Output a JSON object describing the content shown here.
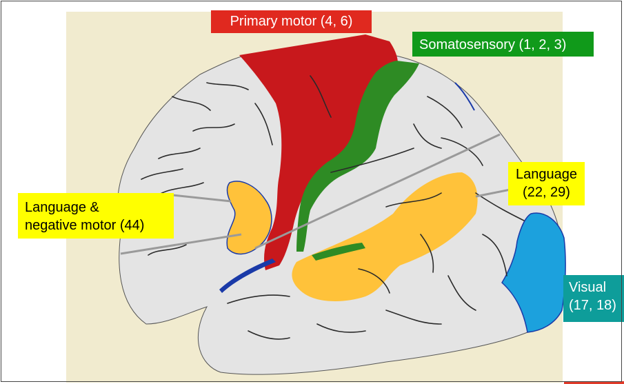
{
  "labels": {
    "primary_motor": {
      "text": "Primary motor (4, 6)",
      "bg": "#e0291f",
      "fg": "#ffffff"
    },
    "somatosensory": {
      "text": "Somatosensory (1, 2, 3)",
      "bg": "#109a1a",
      "fg": "#ffffff"
    },
    "language_negative_motor": {
      "line1": "Language &",
      "line2": "negative motor (44)",
      "bg": "#ffff00",
      "fg": "#000000"
    },
    "language": {
      "line1": "Language",
      "line2": "(22, 29)",
      "bg": "#ffff00",
      "fg": "#000000"
    },
    "visual": {
      "line1": "Visual",
      "line2": "(17, 18)",
      "bg": "#0e9d9a",
      "fg": "#ffffff"
    }
  },
  "colors": {
    "brain": "#e4e4e4",
    "background": "#f1ebcf",
    "motor_region": "#c8181c",
    "somatosensory_region": "#2e8b24",
    "language_region": "#ffc23a",
    "visual_region": "#1ca1dd",
    "border_blue": "#1a3aa8",
    "sulcus_line": "#2a2a2a",
    "corner_mark": "#e03b2a"
  }
}
